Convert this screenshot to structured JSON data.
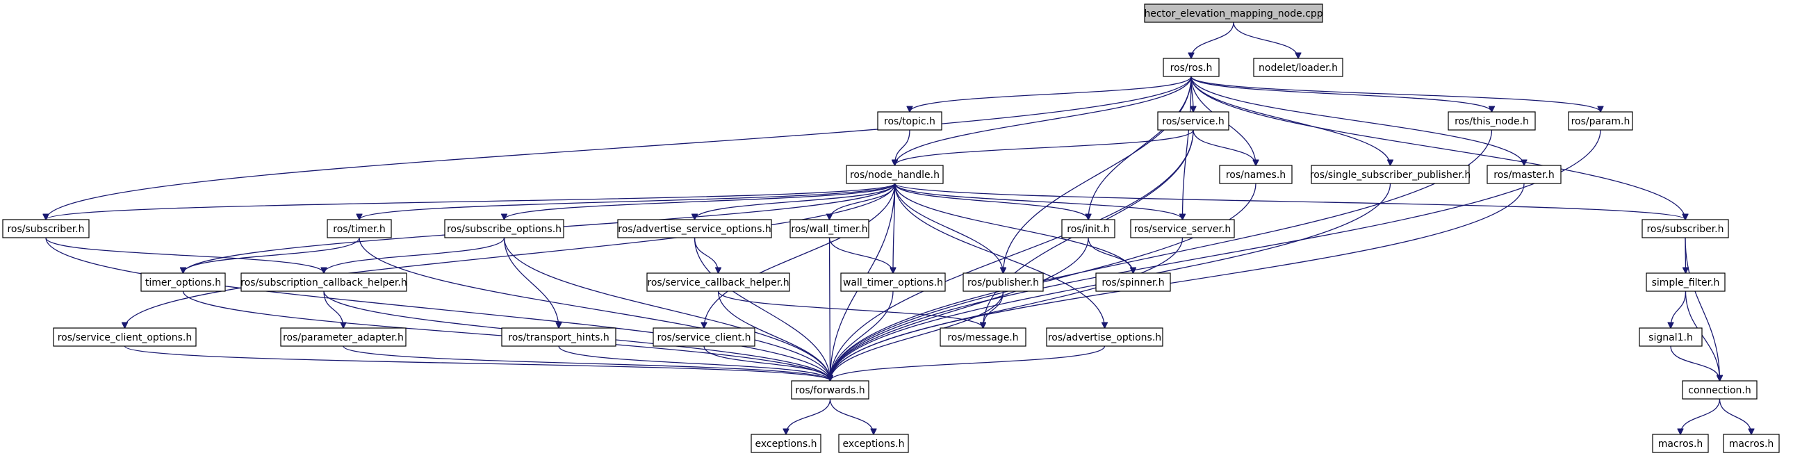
{
  "diagram": {
    "edge_color": "#191970",
    "root_fill": "#bfbfbf",
    "nodes": [
      {
        "id": "root",
        "label": "hector_elevation_mapping_node.cpp",
        "root": true
      },
      {
        "id": "ros",
        "label": "ros/ros.h"
      },
      {
        "id": "loader",
        "label": "nodelet/loader.h"
      },
      {
        "id": "topic",
        "label": "ros/topic.h"
      },
      {
        "id": "service",
        "label": "ros/service.h"
      },
      {
        "id": "this_node",
        "label": "ros/this_node.h"
      },
      {
        "id": "param",
        "label": "ros/param.h"
      },
      {
        "id": "node_handle",
        "label": "ros/node_handle.h"
      },
      {
        "id": "names",
        "label": "ros/names.h"
      },
      {
        "id": "ssp",
        "label": "ros/single_subscriber_publisher.h"
      },
      {
        "id": "master",
        "label": "ros/master.h"
      },
      {
        "id": "subscriber_l",
        "label": "ros/subscriber.h"
      },
      {
        "id": "timer",
        "label": "ros/timer.h"
      },
      {
        "id": "subscribe_options",
        "label": "ros/subscribe_options.h"
      },
      {
        "id": "adv_srv_opts",
        "label": "ros/advertise_service_options.h"
      },
      {
        "id": "wall_timer",
        "label": "ros/wall_timer.h"
      },
      {
        "id": "init",
        "label": "ros/init.h"
      },
      {
        "id": "service_server",
        "label": "ros/service_server.h"
      },
      {
        "id": "subscriber_r",
        "label": "ros/subscriber.h"
      },
      {
        "id": "timer_options",
        "label": "timer_options.h"
      },
      {
        "id": "sub_cb_helper",
        "label": "ros/subscription_callback_helper.h"
      },
      {
        "id": "srv_cb_helper",
        "label": "ros/service_callback_helper.h"
      },
      {
        "id": "wall_timer_options",
        "label": "wall_timer_options.h"
      },
      {
        "id": "publisher",
        "label": "ros/publisher.h"
      },
      {
        "id": "spinner",
        "label": "ros/spinner.h"
      },
      {
        "id": "simple_filter",
        "label": "simple_filter.h"
      },
      {
        "id": "srv_client_opts",
        "label": "ros/service_client_options.h"
      },
      {
        "id": "param_adapter",
        "label": "ros/parameter_adapter.h"
      },
      {
        "id": "transport_hints",
        "label": "ros/transport_hints.h"
      },
      {
        "id": "service_client",
        "label": "ros/service_client.h"
      },
      {
        "id": "message",
        "label": "ros/message.h"
      },
      {
        "id": "adv_opts",
        "label": "ros/advertise_options.h"
      },
      {
        "id": "signal1",
        "label": "signal1.h"
      },
      {
        "id": "forwards",
        "label": "ros/forwards.h"
      },
      {
        "id": "connection",
        "label": "connection.h"
      },
      {
        "id": "exceptions1",
        "label": "exceptions.h"
      },
      {
        "id": "exceptions2",
        "label": "exceptions.h"
      },
      {
        "id": "macros1",
        "label": "macros.h"
      },
      {
        "id": "macros2",
        "label": "macros.h"
      }
    ],
    "edges": [
      [
        "root",
        "ros"
      ],
      [
        "root",
        "loader"
      ],
      [
        "ros",
        "topic"
      ],
      [
        "ros",
        "service"
      ],
      [
        "ros",
        "this_node"
      ],
      [
        "ros",
        "param"
      ],
      [
        "ros",
        "node_handle"
      ],
      [
        "ros",
        "names"
      ],
      [
        "ros",
        "ssp"
      ],
      [
        "ros",
        "master"
      ],
      [
        "ros",
        "subscriber_l"
      ],
      [
        "ros",
        "subscriber_r"
      ],
      [
        "ros",
        "init"
      ],
      [
        "ros",
        "service_server"
      ],
      [
        "ros",
        "publisher"
      ],
      [
        "topic",
        "node_handle"
      ],
      [
        "service",
        "node_handle"
      ],
      [
        "service",
        "names"
      ],
      [
        "service",
        "message"
      ],
      [
        "service",
        "forwards"
      ],
      [
        "this_node",
        "forwards"
      ],
      [
        "param",
        "forwards"
      ],
      [
        "names",
        "forwards"
      ],
      [
        "ssp",
        "forwards"
      ],
      [
        "master",
        "forwards"
      ],
      [
        "node_handle",
        "subscriber_l"
      ],
      [
        "node_handle",
        "timer"
      ],
      [
        "node_handle",
        "subscribe_options"
      ],
      [
        "node_handle",
        "adv_srv_opts"
      ],
      [
        "node_handle",
        "wall_timer"
      ],
      [
        "node_handle",
        "init"
      ],
      [
        "node_handle",
        "service_server"
      ],
      [
        "node_handle",
        "subscriber_r"
      ],
      [
        "node_handle",
        "timer_options"
      ],
      [
        "node_handle",
        "wall_timer_options"
      ],
      [
        "node_handle",
        "publisher"
      ],
      [
        "node_handle",
        "spinner"
      ],
      [
        "node_handle",
        "srv_client_opts"
      ],
      [
        "node_handle",
        "service_client"
      ],
      [
        "node_handle",
        "adv_opts"
      ],
      [
        "node_handle",
        "forwards"
      ],
      [
        "subscriber_l",
        "sub_cb_helper"
      ],
      [
        "subscriber_l",
        "forwards"
      ],
      [
        "timer",
        "timer_options"
      ],
      [
        "timer",
        "forwards"
      ],
      [
        "subscribe_options",
        "sub_cb_helper"
      ],
      [
        "subscribe_options",
        "transport_hints"
      ],
      [
        "subscribe_options",
        "forwards"
      ],
      [
        "adv_srv_opts",
        "srv_cb_helper"
      ],
      [
        "adv_srv_opts",
        "forwards"
      ],
      [
        "wall_timer",
        "wall_timer_options"
      ],
      [
        "wall_timer",
        "forwards"
      ],
      [
        "init",
        "spinner"
      ],
      [
        "init",
        "forwards"
      ],
      [
        "service_server",
        "forwards"
      ],
      [
        "subscriber_r",
        "simple_filter"
      ],
      [
        "subscriber_r",
        "connection"
      ],
      [
        "timer_options",
        "forwards"
      ],
      [
        "sub_cb_helper",
        "param_adapter"
      ],
      [
        "sub_cb_helper",
        "forwards"
      ],
      [
        "srv_cb_helper",
        "message"
      ],
      [
        "srv_cb_helper",
        "forwards"
      ],
      [
        "wall_timer_options",
        "forwards"
      ],
      [
        "publisher",
        "message"
      ],
      [
        "publisher",
        "forwards"
      ],
      [
        "simple_filter",
        "signal1"
      ],
      [
        "simple_filter",
        "connection"
      ],
      [
        "srv_client_opts",
        "forwards"
      ],
      [
        "param_adapter",
        "forwards"
      ],
      [
        "transport_hints",
        "forwards"
      ],
      [
        "service_client",
        "forwards"
      ],
      [
        "adv_opts",
        "forwards"
      ],
      [
        "signal1",
        "connection"
      ],
      [
        "forwards",
        "exceptions1"
      ],
      [
        "forwards",
        "exceptions2"
      ],
      [
        "connection",
        "macros1"
      ],
      [
        "connection",
        "macros2"
      ]
    ]
  }
}
